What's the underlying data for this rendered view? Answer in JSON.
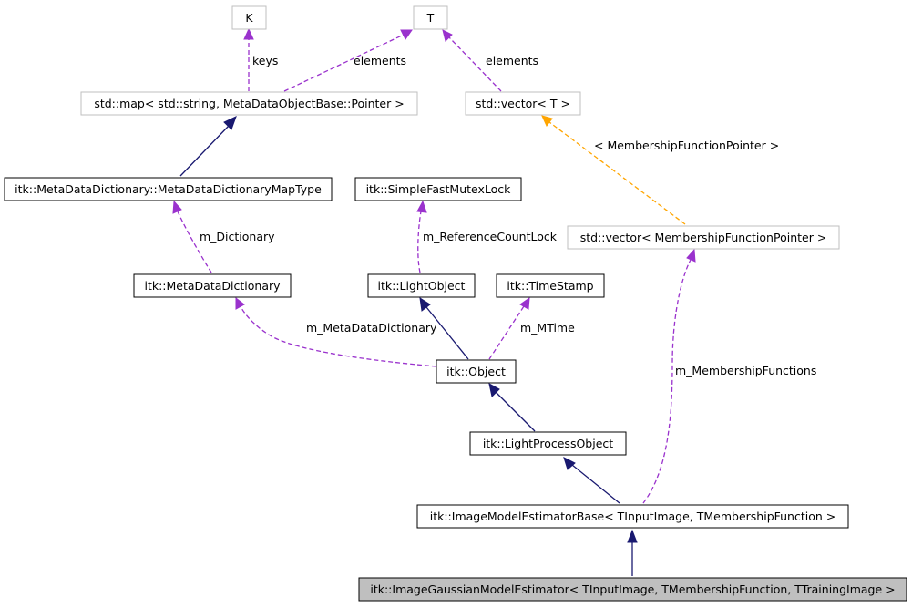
{
  "nodes": {
    "k": "K",
    "t": "T",
    "map": "std::map< std::string, MetaDataObjectBase::Pointer >",
    "vector_t": "std::vector< T >",
    "map_type": "itk::MetaDataDictionary::MetaDataDictionaryMapType",
    "mutex": "itk::SimpleFastMutexLock",
    "vector_mf": "std::vector< MembershipFunctionPointer >",
    "dictionary": "itk::MetaDataDictionary",
    "light_object": "itk::LightObject",
    "timestamp": "itk::TimeStamp",
    "object": "itk::Object",
    "light_process_object": "itk::LightProcessObject",
    "estimator_base": "itk::ImageModelEstimatorBase< TInputImage, TMembershipFunction >",
    "gaussian_estimator": "itk::ImageGaussianModelEstimator< TInputImage, TMembershipFunction, TTrainingImage >"
  },
  "edges": {
    "keys": "keys",
    "map_elements": "elements",
    "vector_elements": "elements",
    "template_arg": "< MembershipFunctionPointer >",
    "m_dictionary": "m_Dictionary",
    "m_reference_count_lock": "m_ReferenceCountLock",
    "m_metadata_dictionary": "m_MetaDataDictionary",
    "m_mtime": "m_MTime",
    "m_membership_functions": "m_MembershipFunctions"
  },
  "colors": {
    "inheritance": "#191970",
    "usage": "#9a32cd",
    "template": "#ffa500",
    "focus_fill": "#bfbfbf",
    "external_border": "#bfbfbf"
  }
}
